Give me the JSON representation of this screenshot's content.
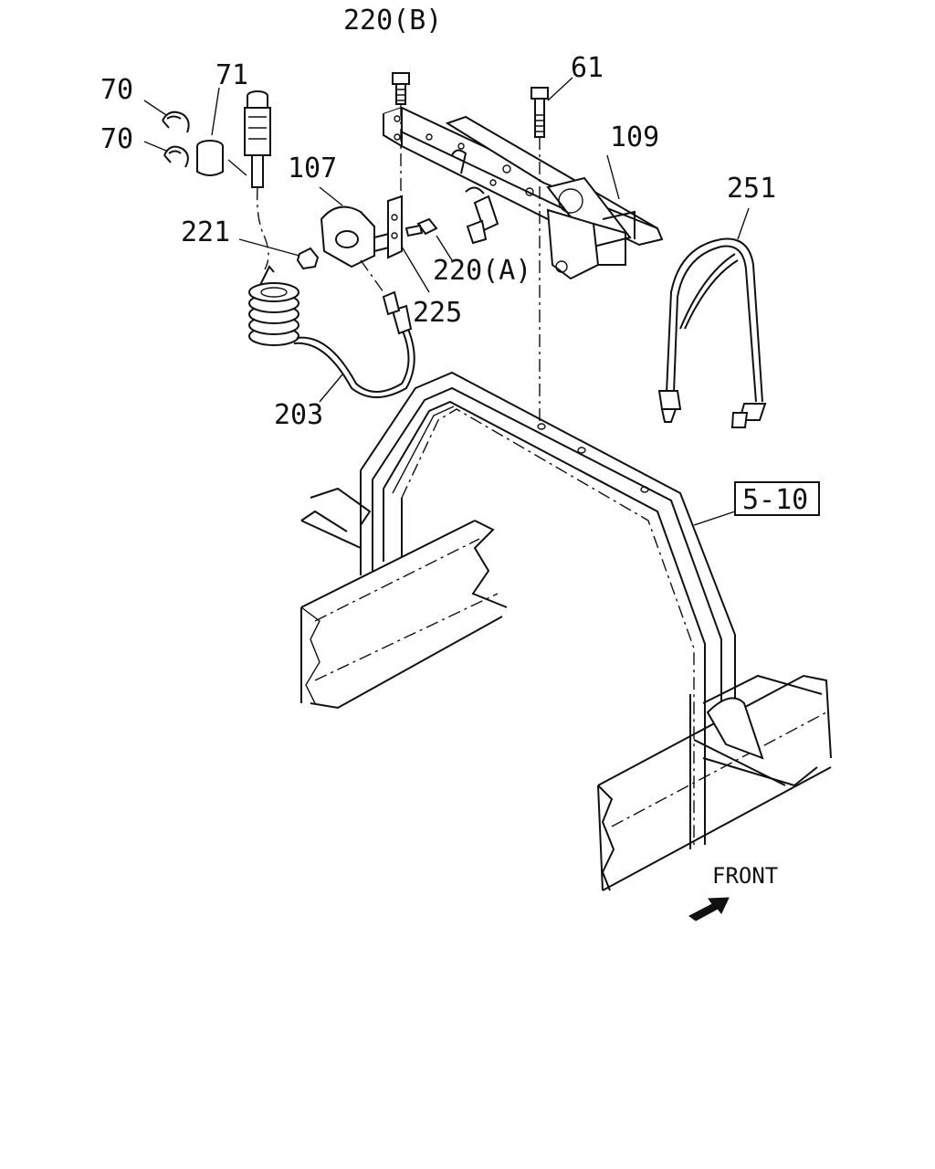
{
  "callouts": {
    "p220b": "220(B)",
    "p61": "61",
    "p70a": "70",
    "p70b": "70",
    "p71": "71",
    "p109": "109",
    "p251": "251",
    "p107": "107",
    "p221": "221",
    "p220a": "220(A)",
    "p225": "225",
    "p203": "203",
    "ref510": "5-10",
    "front": "FRONT"
  }
}
